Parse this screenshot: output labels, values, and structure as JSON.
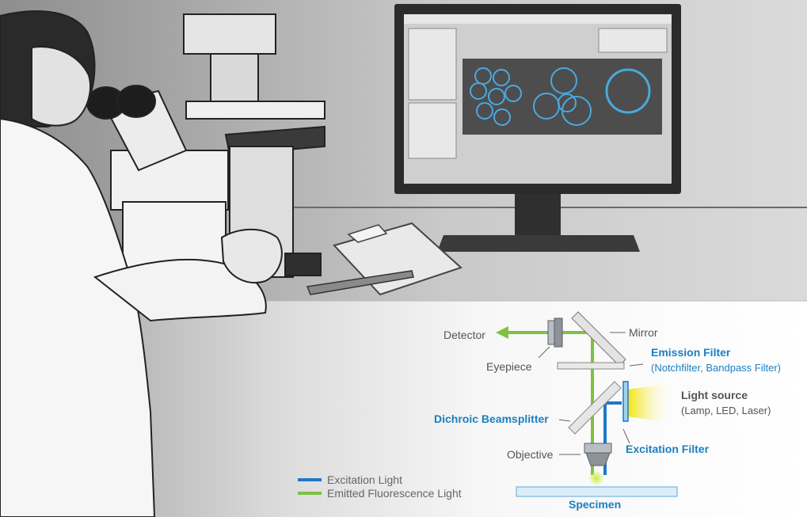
{
  "diagram": {
    "labels": {
      "detector": "Detector",
      "mirror": "Mirror",
      "eyepiece": "Eyepiece",
      "emission_filter": "Emission Filter",
      "emission_filter_sub": "(Notchfilter, Bandpass Filter)",
      "light_source": "Light source",
      "light_source_sub": "(Lamp, LED, Laser)",
      "dichroic": "Dichroic Beamsplitter",
      "objective": "Objective",
      "excitation_filter": "Excitation Filter",
      "specimen": "Specimen"
    },
    "legend": {
      "excitation": "Excitation Light",
      "emitted": "Emitted Fluorescence Light"
    },
    "colors": {
      "excitation": "#1f78c8",
      "emitted": "#7dc242",
      "accent_text": "#1a7fc1",
      "text": "#555555"
    }
  }
}
